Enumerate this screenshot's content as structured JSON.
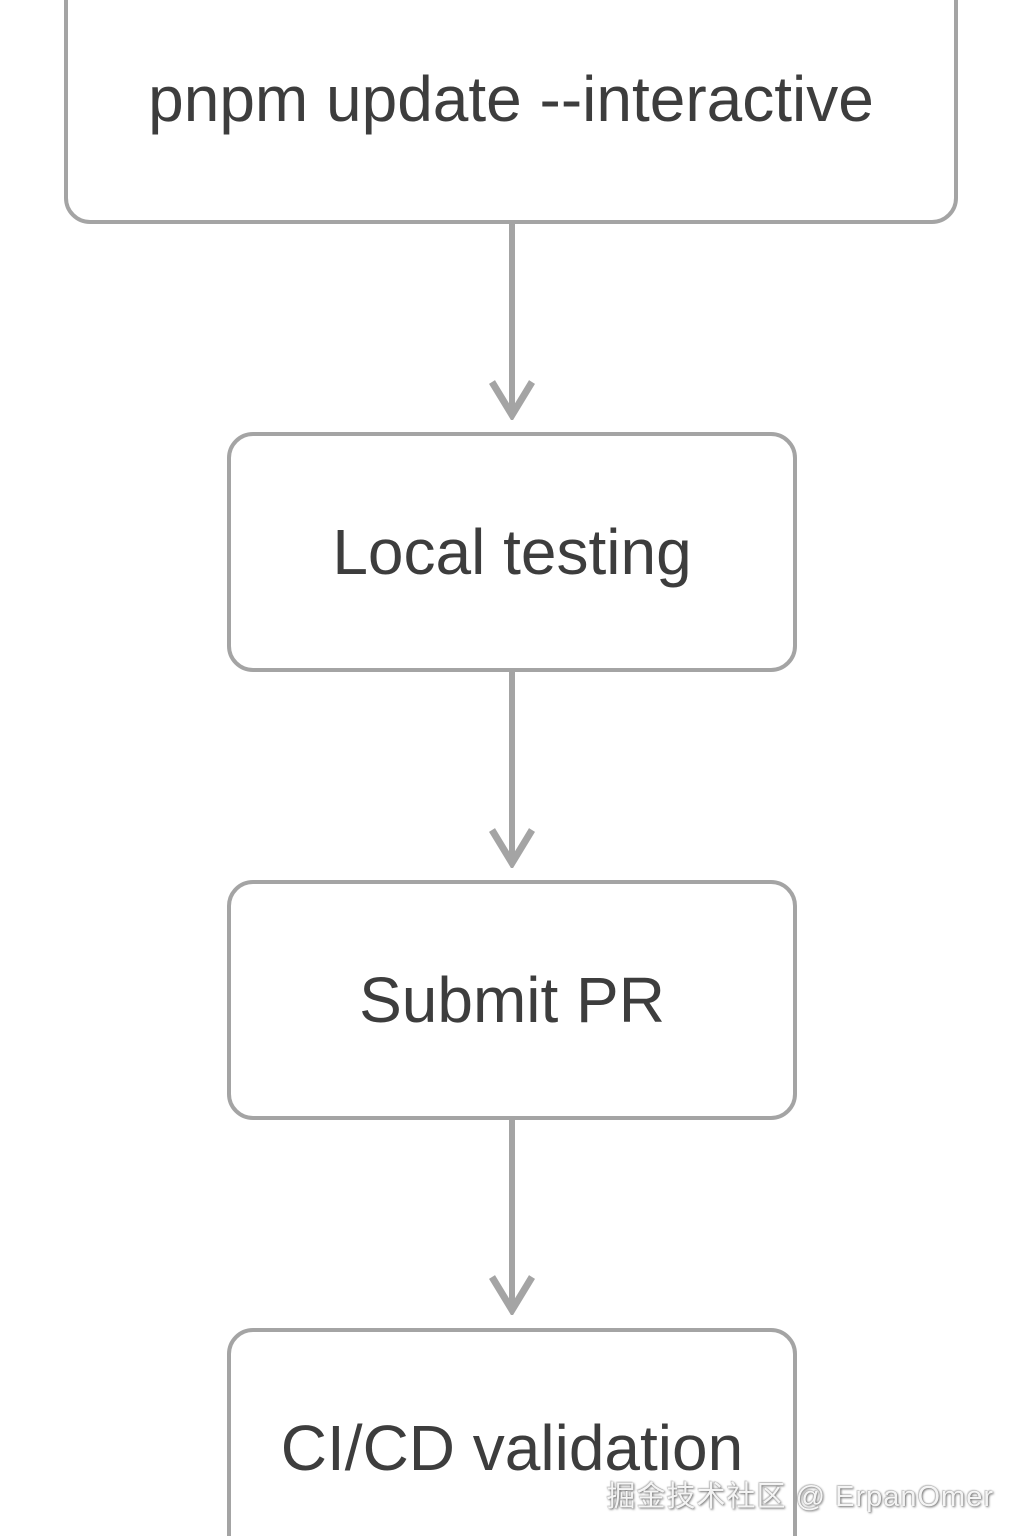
{
  "diagram": {
    "type": "flowchart",
    "direction": "top-down",
    "nodes": [
      {
        "id": "step1",
        "label": "pnpm update --interactive"
      },
      {
        "id": "step2",
        "label": "Local testing"
      },
      {
        "id": "step3",
        "label": "Submit PR"
      },
      {
        "id": "step4",
        "label": "CI/CD validation"
      }
    ],
    "edges": [
      {
        "from": "step1",
        "to": "step2"
      },
      {
        "from": "step2",
        "to": "step3"
      },
      {
        "from": "step3",
        "to": "step4"
      }
    ]
  },
  "watermark": {
    "text": "掘金技术社区 @ ErpanOmer"
  },
  "colors": {
    "background": "#ffffff",
    "node_fill": "#ffffff",
    "node_border": "#a4a4a4",
    "connector": "#a4a4a4",
    "node_text": "#3d3d3d",
    "watermark_text": "#ffffff"
  }
}
